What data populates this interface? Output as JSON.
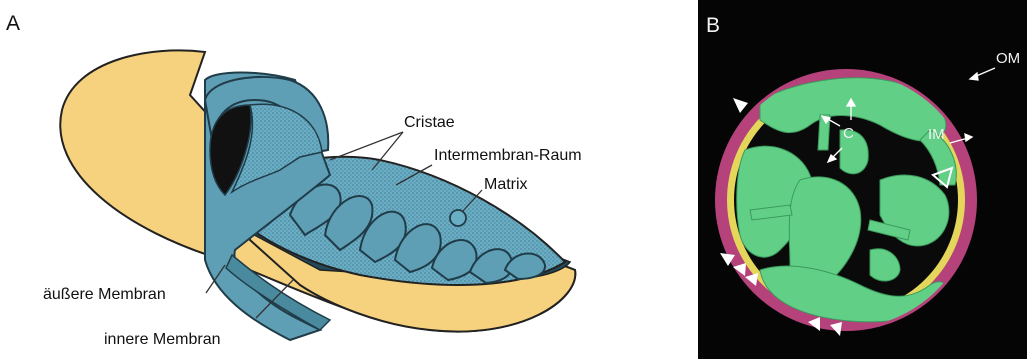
{
  "panel_a": {
    "letter": "A",
    "labels": {
      "cristae": "Cristae",
      "intermembrane_space": "Intermembran-Raum",
      "matrix": "Matrix",
      "outer_membrane": "äußere Membran",
      "inner_membrane": "innere Membran"
    }
  },
  "panel_b": {
    "letter": "B",
    "labels": {
      "om": "OM",
      "im": "IM",
      "c": "C"
    }
  },
  "colors": {
    "outer_membrane_fill": "#f6d27e",
    "inner_membrane_fill": "#5f9fb5",
    "matrix_fill": "#6aaec6",
    "panel_b_background": "#050505",
    "panel_b_outer_membrane": "#b5427a",
    "panel_b_inner_membrane": "#e3d65a",
    "panel_b_cristae": "#62cf86"
  }
}
